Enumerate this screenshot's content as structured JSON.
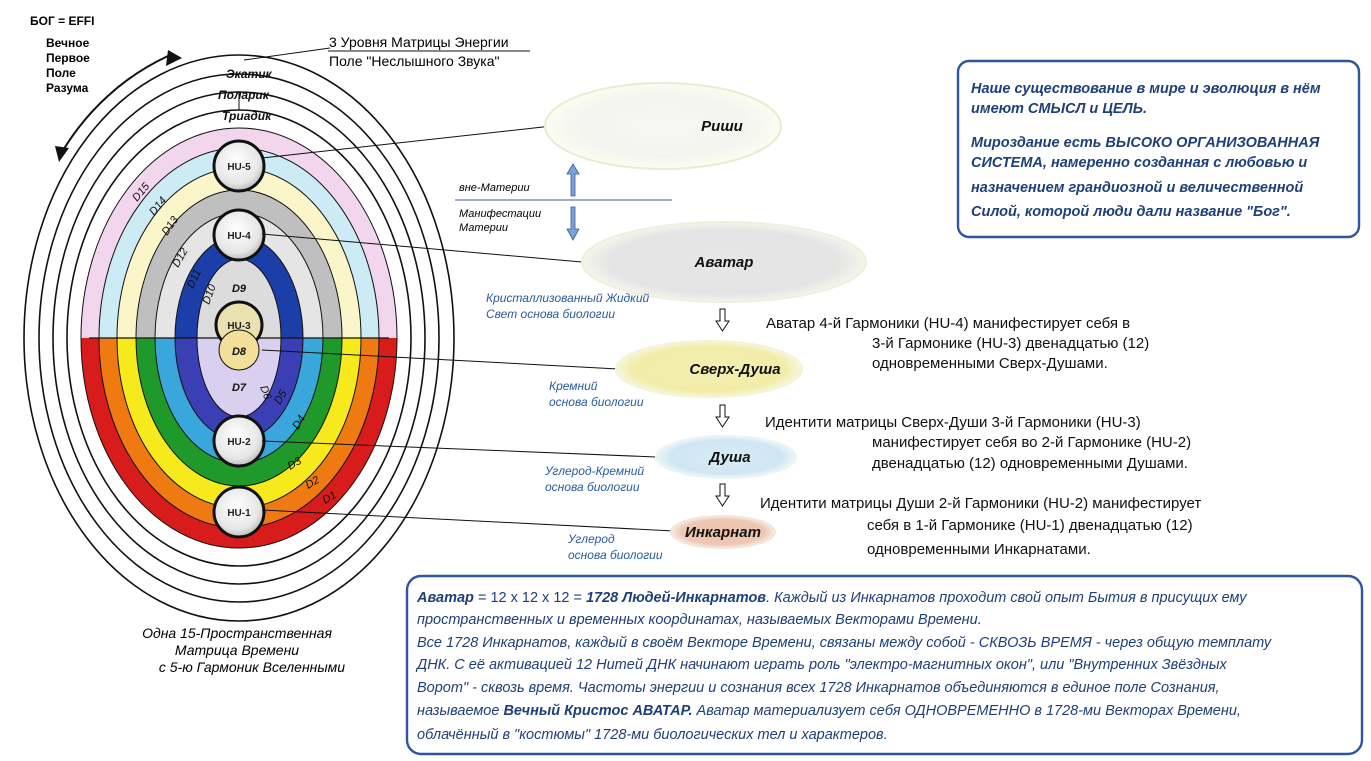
{
  "header": {
    "title": "БОГ = EFFI",
    "subtitle_lines": [
      "Вечное",
      "Первое",
      "Поле",
      "Разума"
    ]
  },
  "matrix": {
    "levels_title": [
      "3 Уровня Матрицы Энергии",
      "Поле \"Неслышного Звука\""
    ],
    "rings": [
      "Экатик",
      "Поларик",
      "Триадик"
    ],
    "harmonics": [
      "HU-5",
      "HU-4",
      "HU-3",
      "HU-2",
      "HU-1"
    ],
    "dims_upper_left": [
      "D15",
      "D14",
      "D13",
      "D12",
      "D11",
      "D10"
    ],
    "dims_lower_right": [
      "D6",
      "D5",
      "D4",
      "D3",
      "D2",
      "D1"
    ],
    "dims_center": [
      "D9",
      "D8",
      "D7"
    ],
    "caption": [
      "Одна 15-Пространственная",
      "Матрица Времени",
      "с 5-ю Гармоник Вселенными"
    ]
  },
  "hierarchy": {
    "levels": [
      "Риши",
      "Аватар",
      "Сверх-Душа",
      "Душа",
      "Инкарнат"
    ],
    "split_above": "вне-Материи",
    "split_below": [
      "Манифестации",
      "Материи"
    ],
    "side_labels": [
      [
        "Кристаллизованный Жидкий",
        "Свет основа биологии"
      ],
      [
        "Кремний",
        "основа биологии"
      ],
      [
        "Углерод-Кремний",
        "основа биологии"
      ],
      [
        "Углерод",
        "основа биологии"
      ]
    ],
    "descriptions": [
      [
        "Аватар 4-й Гармоники (HU-4) манифестирует себя в",
        "3-й Гармонике (HU-3) двенадцатью (12)",
        "одновременными Сверх-Душами."
      ],
      [
        "Идентити матрицы Сверх-Души 3-й Гармоники (HU-3)",
        "манифестирует себя во 2-й Гармонике (HU-2)",
        "двенадцатью (12) одновременными Душами."
      ],
      [
        "Идентити матрицы Души 2-й Гармоники (HU-2) манифестирует",
        "себя в 1-й Гармонике (HU-1) двенадцатью (12)",
        "одновременными Инкарнатами."
      ]
    ]
  },
  "top_box": {
    "paragraph1": [
      "Наше существование в мире и эволюция в нём",
      "имеют СМЫСЛ и ЦЕЛЬ."
    ],
    "paragraph2": [
      "Мироздание есть ВЫСОКО ОРГАНИЗОВАННАЯ",
      "СИСТЕМА, намеренно созданная с любовью и",
      "назначением грандиозной и величественной",
      "Силой, которой люди дали название \"Бог\"."
    ]
  },
  "bottom_box": {
    "line1_bold": "Аватар",
    "line1_mid": " = 12 x 12 x 12  = ",
    "line1_bold2": "1728 Людей-Инкарнатов",
    "line1_rest": ". Каждый из Инкарнатов проходит свой опыт Бытия в присущих ему",
    "line2": "пространственных и временных координатах, называемых Векторами Времени.",
    "line3": "Все 1728 Инкарнатов, каждый в своём Векторе Времени, связаны между собой - СКВОЗЬ ВРЕМЯ - через общую темплату",
    "line4": "ДНК. С её активацией 12 Нитей ДНК начинают играть роль \"электро-магнитных окон\", или \"Внутренних Звёздных",
    "line5": "Ворот\" - сквозь время. Частоты энергии и сознания всех 1728 Инкарнатов объединяются в единое поле Сознания,",
    "line6_start": "называемое ",
    "line6_bold": "Вечный Кристос АВАТАР.",
    "line6_rest": " Аватар материализует себя ОДНОВРЕМЕННО в 1728-ми Векторах Времени,",
    "line7": "облачённый в \"костюмы\" 1728-ми  биологических тел и характеров."
  },
  "colors": {
    "accent_blue": "#2f54a4",
    "box_text": "#1f3f7a",
    "side_label": "#2a5aa0"
  }
}
